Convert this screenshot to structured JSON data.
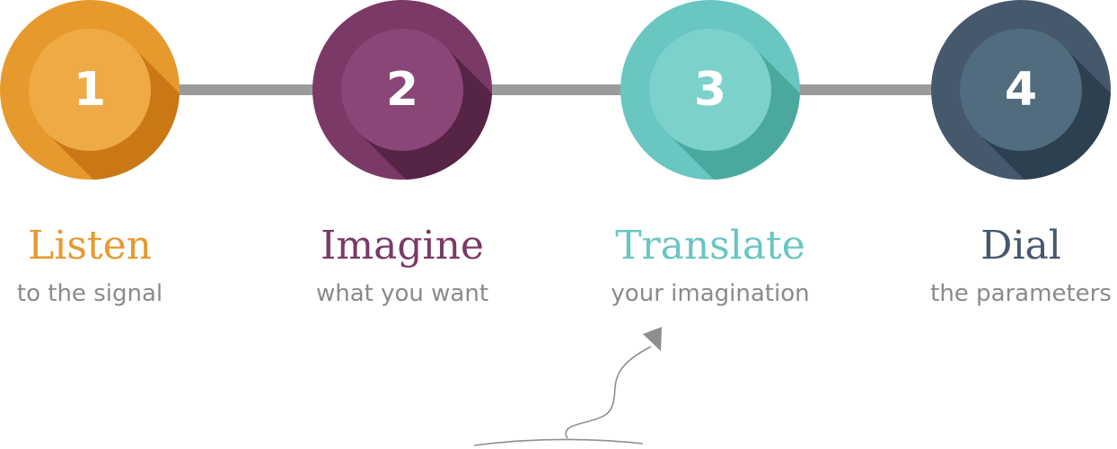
{
  "steps": [
    {
      "number": "1",
      "title": "Listen",
      "subtitle": "to the signal",
      "color": "#E69A2E",
      "inner": "#EEAA45",
      "shadow": "#C97815"
    },
    {
      "number": "2",
      "title": "Imagine",
      "subtitle": "what you want",
      "color": "#7B3965",
      "inner": "#8A4676",
      "shadow": "#562444"
    },
    {
      "number": "3",
      "title": "Translate",
      "subtitle": "your imagination",
      "color": "#69C6C1",
      "inner": "#7DD1CB",
      "shadow": "#4AA99C"
    },
    {
      "number": "4",
      "title": "Dial",
      "subtitle": "the parameters",
      "color": "#46586C",
      "inner": "#526C7F",
      "shadow": "#2D4050"
    }
  ],
  "connector_color": "#9B9B9B",
  "arrow_color": "#8F8F8F",
  "subtitle_color": "#8A8A8A"
}
